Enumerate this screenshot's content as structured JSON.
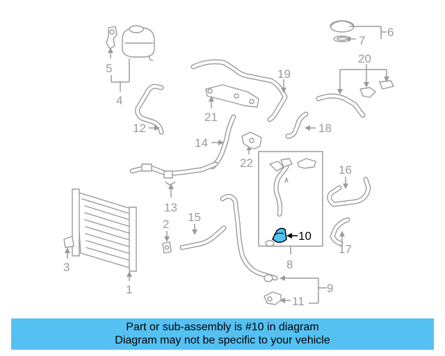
{
  "diagram": {
    "highlighted_part": "10",
    "highlight_color": "#55c1f3",
    "labels": {
      "p1": "1",
      "p2": "2",
      "p3": "3",
      "p4": "4",
      "p5": "5",
      "p6": "6",
      "p7": "7",
      "p8": "8",
      "p9": "9",
      "p10": "10",
      "p11": "11",
      "p12": "12",
      "p13": "13",
      "p14": "14",
      "p15": "15",
      "p16": "16",
      "p17": "17",
      "p18": "18",
      "p19": "19",
      "p20": "20",
      "p21": "21",
      "p22": "22"
    }
  },
  "banner": {
    "line1": "Part or sub-assembly is #10 in diagram",
    "line2": "Diagram may not be specific to your vehicle",
    "background": "#55c1f3"
  }
}
